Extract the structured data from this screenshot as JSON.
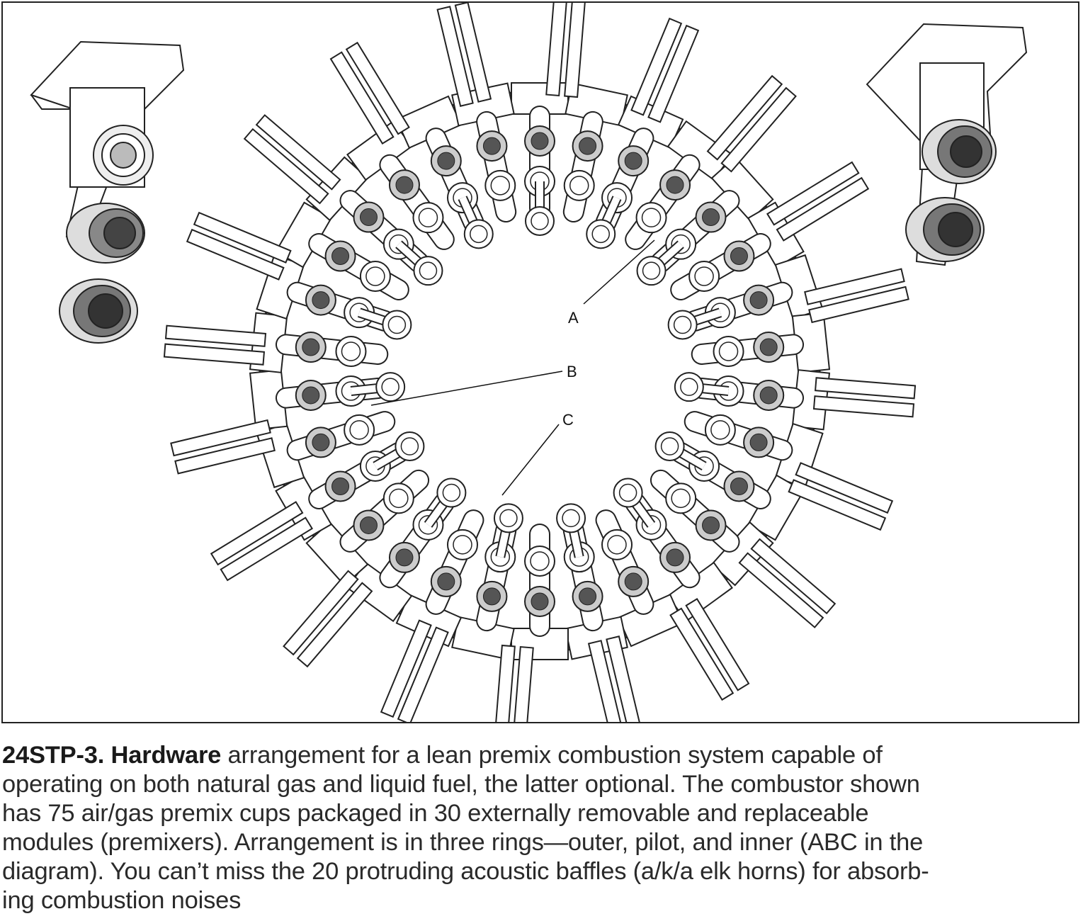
{
  "figure": {
    "callouts": {
      "a": "A",
      "b": "B",
      "c": "C"
    }
  },
  "caption": {
    "figure_id": "24STP-3. Hardware",
    "lines": [
      " arrangement for a lean premix combustion system capable of",
      "operating on both natural gas and liquid fuel, the latter optional. The combustor shown",
      "has 75 air/gas premix cups packaged in 30 externally removable and replaceable",
      "modules (premixers). Arrangement is in three rings—outer, pilot, and inner (ABC in the",
      "diagram). You can’t miss the 20 protruding acoustic baffles (a/k/a elk horns) for absorb-",
      "ing combustion noises"
    ]
  }
}
